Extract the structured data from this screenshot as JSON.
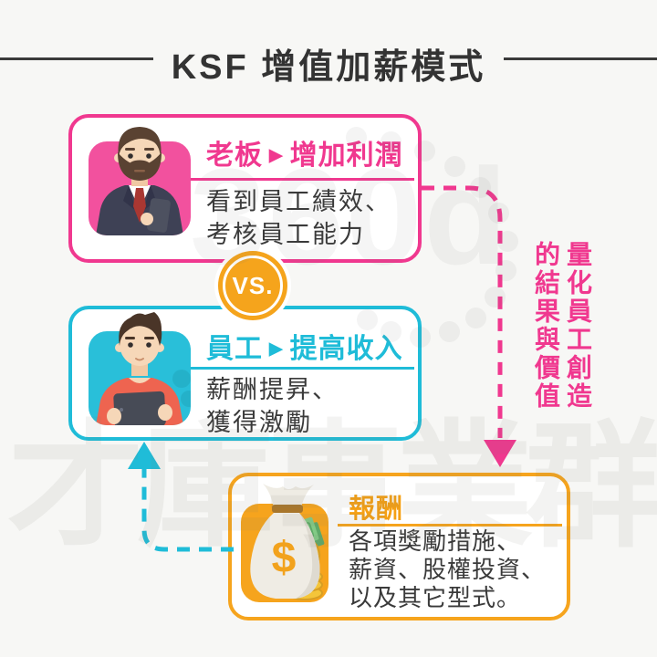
{
  "page_title": "KSF 增值加薪模式",
  "colors": {
    "pink": "#F0388F",
    "cyan": "#1FBCD8",
    "orange": "#F6A41D",
    "vs_badge": "#F5A41C",
    "dark_text": "#3A3A3A"
  },
  "boss_card": {
    "role": "老板",
    "marker": "▶",
    "goal": "增加利潤",
    "desc_lines": [
      "看到員工績效、",
      "考核員工能力"
    ]
  },
  "employee_card": {
    "role": "員工",
    "marker": "▶",
    "goal": "提高收入",
    "desc_lines": [
      "薪酬提昇、",
      "獲得激勵"
    ]
  },
  "reward_card": {
    "title": "報酬",
    "desc_lines": [
      "各項獎勵措施、",
      "薪資、股權投資、",
      "以及其它型式。"
    ]
  },
  "vs_badge": {
    "label": "VS."
  },
  "side_note": {
    "column_right": "量化員工創造",
    "column_left": "的結果與價值"
  },
  "watermark": {
    "logo_text": "360d",
    "company_text": "才庫事業群"
  },
  "icons": {
    "boss_avatar": "businessman-with-phone",
    "employee_avatar": "employee-with-tablet",
    "reward_icon": "money-bag-with-bills-and-coins"
  }
}
